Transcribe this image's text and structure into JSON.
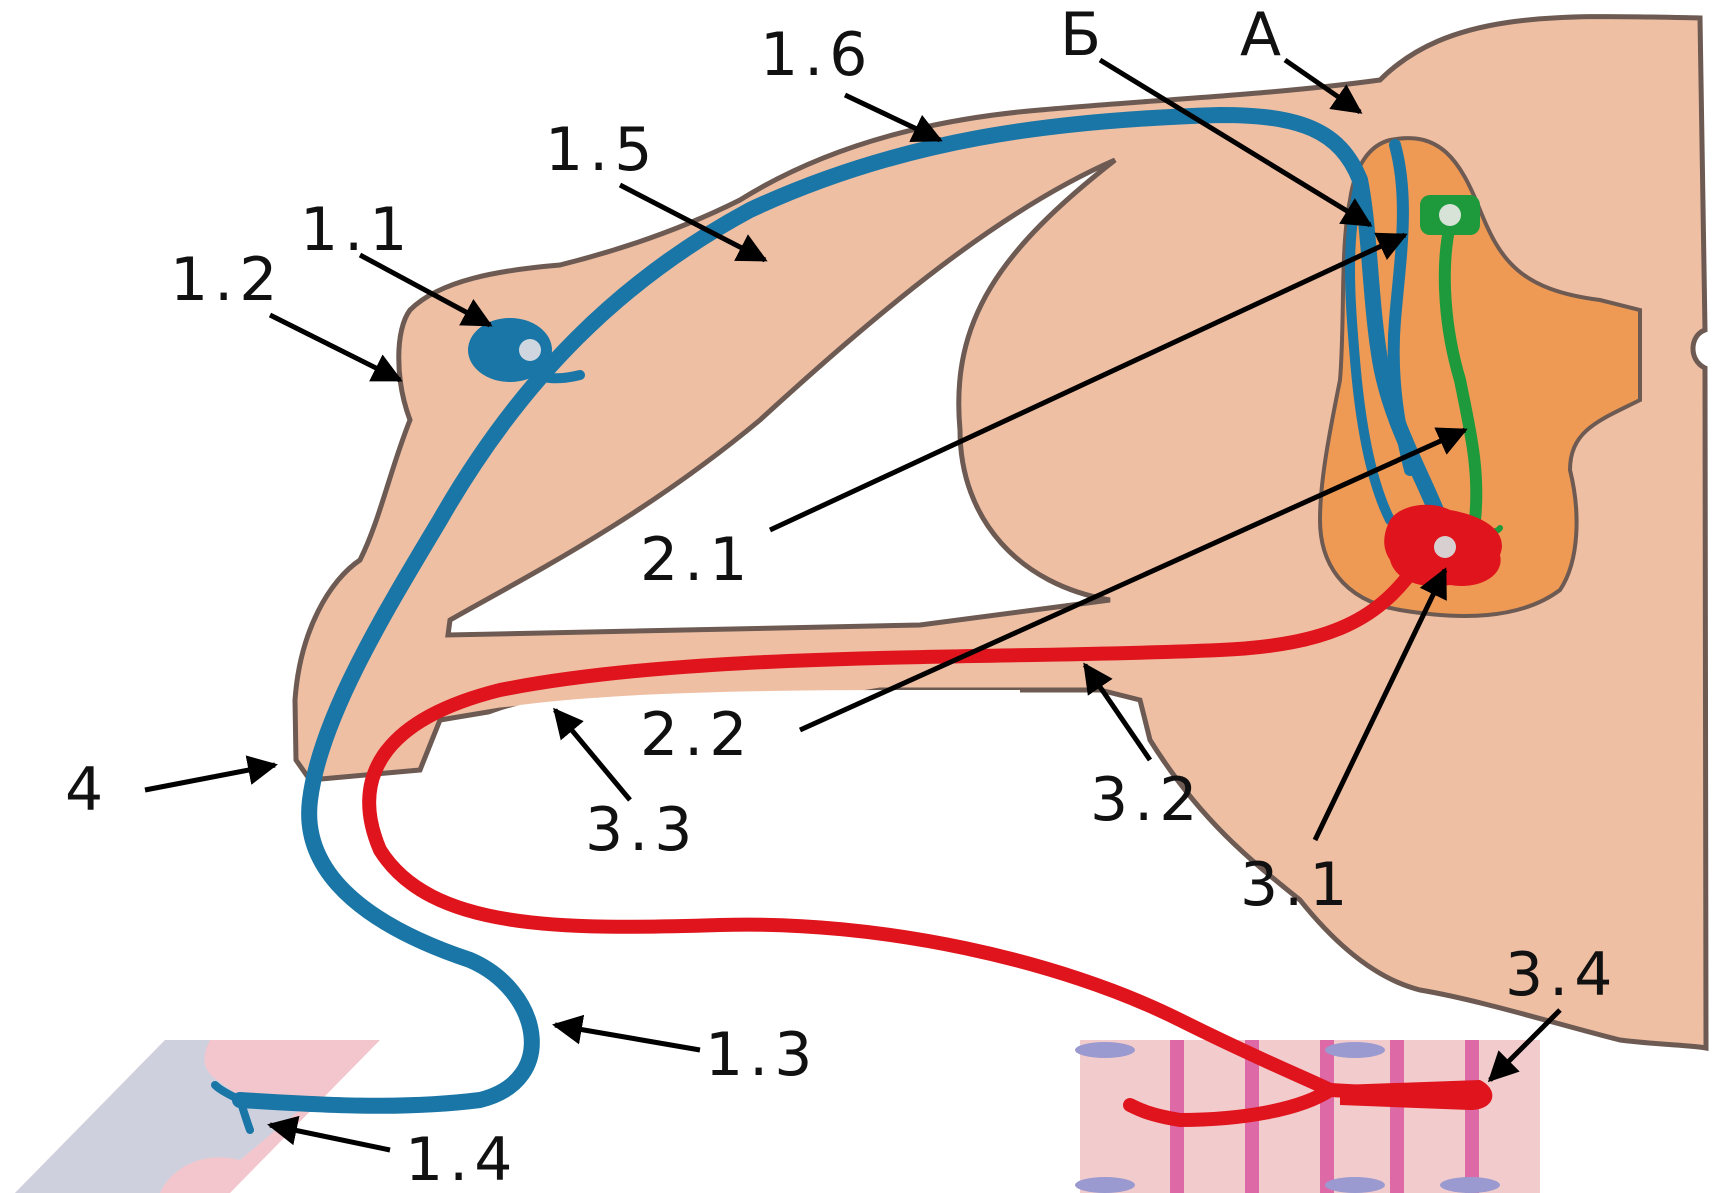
{
  "labels": {
    "l_1_1": "1.1",
    "l_1_2": "1.2",
    "l_1_3": "1.3",
    "l_1_4": "1.4",
    "l_1_5": "1.5",
    "l_1_6": "1.6",
    "l_2_1": "2.1",
    "l_2_2": "2.2",
    "l_3_1": "3.1",
    "l_3_2": "3.2",
    "l_3_3": "3.3",
    "l_3_4": "3.4",
    "l_4": "4",
    "l_A": "А",
    "l_B": "Б"
  },
  "colors": {
    "tissue": "#efbfa4",
    "outline": "#6d5a52",
    "grey_matter": "#ee9a55",
    "sensory_neuron": "#1a76a6",
    "interneuron": "#1e9a3c",
    "motor_neuron": "#e0141c",
    "skin_light": "#cfd0de",
    "skin_pink": "#f2c6cc",
    "muscle_bg": "#f2cccc",
    "muscle_fiber": "#dd6aa6",
    "muscle_node": "#9a9ad0"
  }
}
